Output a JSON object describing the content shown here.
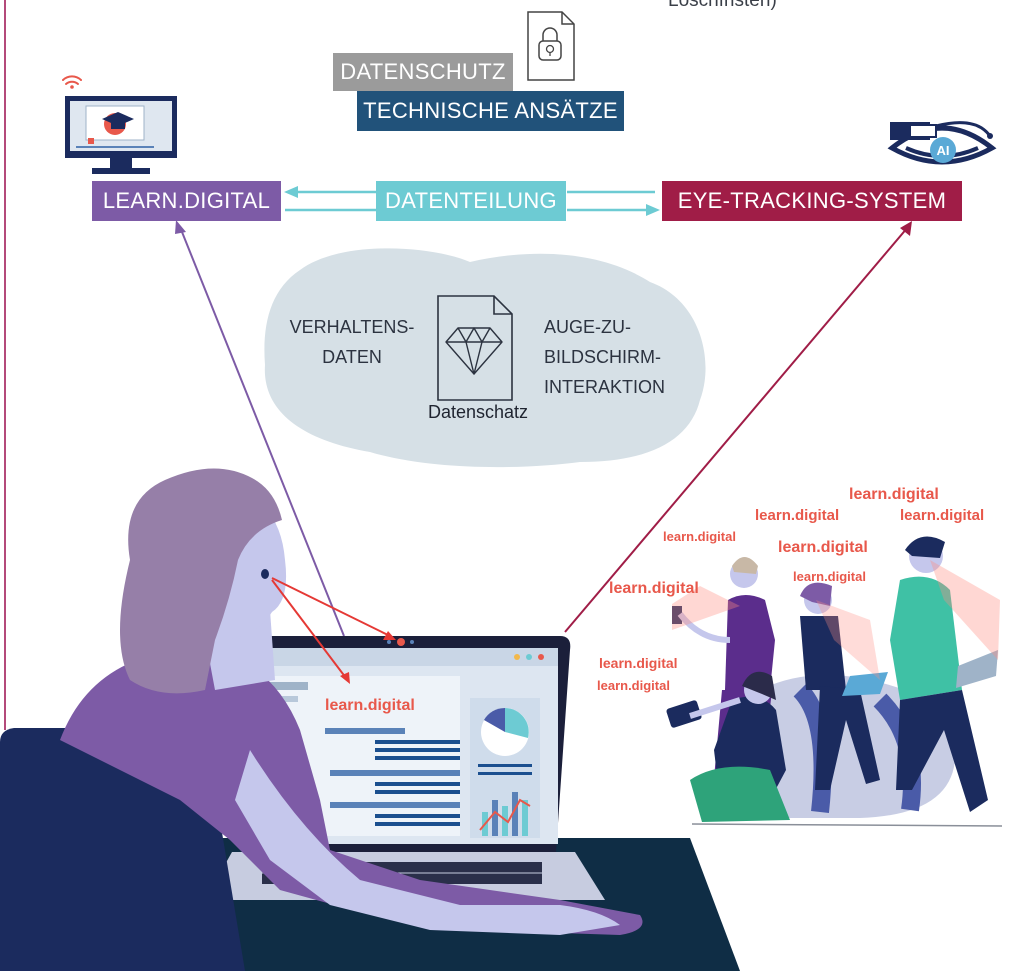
{
  "top_cut_text": "Löschfristen)",
  "labels": {
    "datenschutz": "DATENSCHUTZ",
    "technische": "TECHNISCHE ANSÄTZE",
    "learn_digital": "LEARN.DIGITAL",
    "datenteilung": "DATENTEILUNG",
    "eye_tracking": "EYE-TRACKING-SYSTEM"
  },
  "ai_badge": "AI",
  "cloud": {
    "left_line1": "VERHALTENS-",
    "left_line2": "DATEN",
    "right_line1": "AUGE-ZU-",
    "right_line2": "BILDSCHIRM-",
    "right_line3": "INTERAKTION",
    "caption": "Datenschatz"
  },
  "screen_text": "learn.digital",
  "floating_labels": [
    "learn.digital",
    "learn.digital",
    "learn.digital",
    "learn.digital",
    "learn.digital",
    "learn.digital",
    "learn.digital",
    "learn.digital",
    "learn.digital"
  ],
  "colors": {
    "grey_label": "#9b9b9b",
    "navy_label": "#21527a",
    "purple_label": "#7d5ba6",
    "teal_label": "#6dcbd3",
    "crimson_label": "#a01d47",
    "cloud": "#d6e0e6",
    "accent_red": "#e8584b"
  }
}
